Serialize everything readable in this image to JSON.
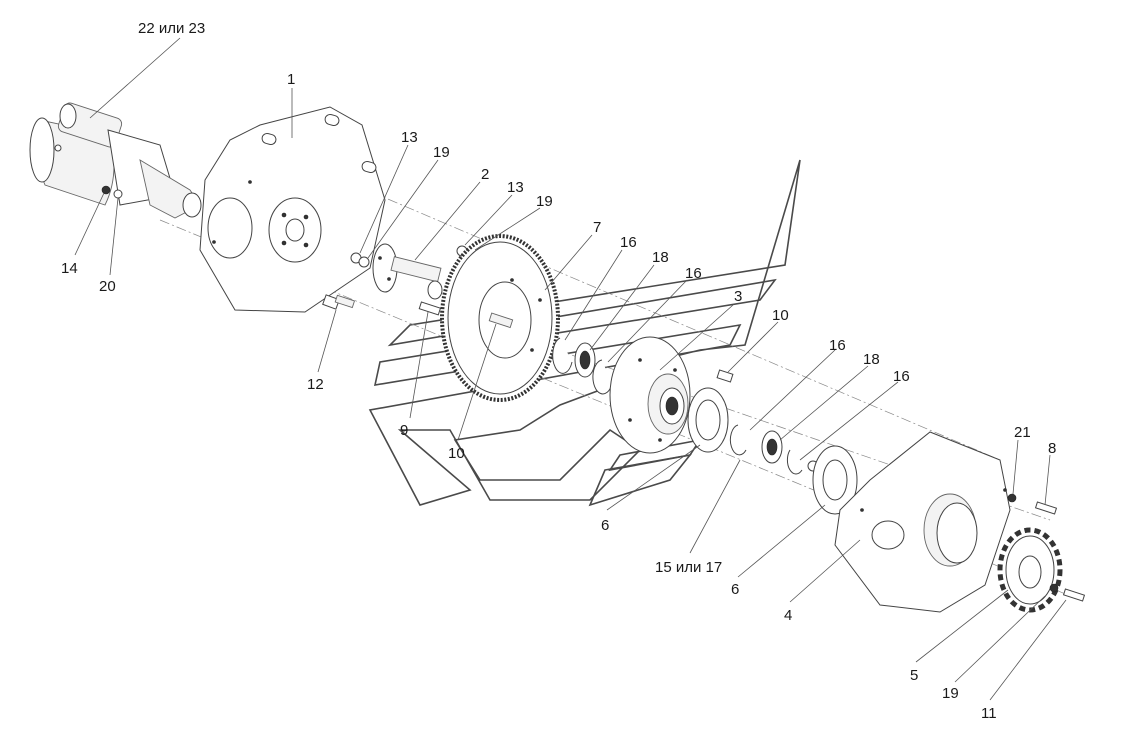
{
  "callouts": {
    "c22_23": "22 или 23",
    "c1": "1",
    "c13a": "13",
    "c19a": "19",
    "c2": "2",
    "c13b": "13",
    "c19b": "19",
    "c7": "7",
    "c16a": "16",
    "c18a": "18",
    "c16b": "16",
    "c3": "3",
    "c10a": "10",
    "c16c": "16",
    "c18b": "18",
    "c16d": "16",
    "c21": "21",
    "c8": "8",
    "c14": "14",
    "c20": "20",
    "c12": "12",
    "c9": "9",
    "c10b": "10",
    "c6a": "6",
    "c15_17": "15 или 17",
    "c6b": "6",
    "c4": "4",
    "c5": "5",
    "c19c": "19",
    "c11": "11"
  }
}
